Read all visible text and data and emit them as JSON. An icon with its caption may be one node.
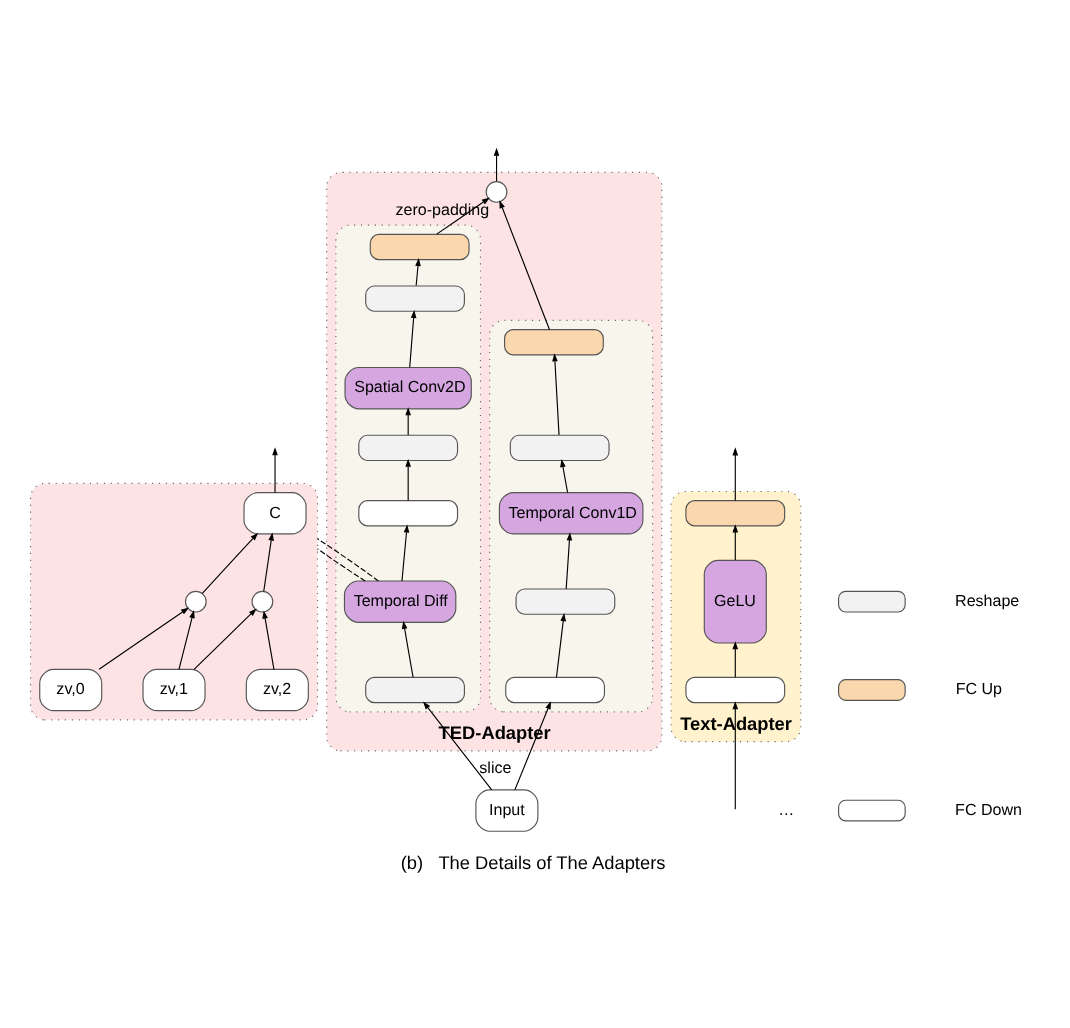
{
  "diagram": {
    "caption": "(b)   The Details of The Adapters",
    "nodes": [
      {
        "text": [
          "TED-Adapter"
        ]
      },
      {
        "text": [],
        "shape": "box",
        "in": 0
      },
      {
        "text": [],
        "shape": "box",
        "in": 1
      },
      {
        "text": [],
        "shape": "box",
        "in": 1
      },
      {
        "text": [
          "Temporal Conv1D"
        ],
        "in": 1
      },
      {
        "text": [],
        "shape": "box",
        "in": 1
      },
      {
        "text": [],
        "shape": "box",
        "in": 1
      },
      {
        "text": [],
        "shape": "box",
        "in": 0
      },
      {
        "text": [],
        "shape": "box",
        "in": 7
      },
      {
        "text": [],
        "shape": "box",
        "in": 7
      },
      {
        "text": [
          "Spatial Conv2D"
        ],
        "in": 7
      },
      {
        "text": [],
        "shape": "box",
        "in": 7
      },
      {
        "text": [],
        "shape": "box",
        "in": 7
      },
      {
        "text": [
          "Temporal Diff"
        ],
        "in": 7
      },
      {
        "text": [],
        "shape": "box",
        "in": 7
      },
      {
        "text": [],
        "shape": "circle",
        "beside": [
          "zero-padding"
        ],
        "in": 0
      },
      {
        "text": [
          "Input"
        ]
      },
      {
        "text": [
          "Text-Adapter"
        ]
      },
      {
        "text": [],
        "shape": "box",
        "in": 17
      },
      {
        "text": [
          "GeLU"
        ],
        "in": 17
      },
      {
        "text": [],
        "shape": "box",
        "in": 17
      },
      {
        "text": [],
        "shape": "box"
      },
      {
        "text": [
          "C"
        ],
        "in": 21
      },
      {
        "text": [],
        "shape": "circle",
        "in": 21
      },
      {
        "text": [],
        "shape": "circle",
        "in": 21
      },
      {
        "text": [
          "zv,0"
        ],
        "in": 21
      },
      {
        "text": [
          "zv,1"
        ],
        "in": 21
      },
      {
        "text": [
          "zv,2"
        ],
        "in": 21
      }
    ],
    "edges": [
      {
        "from": 6,
        "to": 5,
        "arrow": "to"
      },
      {
        "from": 5,
        "to": 4,
        "arrow": "to"
      },
      {
        "from": 4,
        "to": 3,
        "arrow": "to"
      },
      {
        "from": 3,
        "to": 2,
        "arrow": "to"
      },
      {
        "from": 14,
        "to": 13,
        "arrow": "to"
      },
      {
        "from": 13,
        "to": 12,
        "arrow": "to"
      },
      {
        "from": 12,
        "to": 11,
        "arrow": "to"
      },
      {
        "from": 11,
        "to": 10,
        "arrow": "to"
      },
      {
        "from": 10,
        "to": 9,
        "arrow": "to"
      },
      {
        "from": 9,
        "to": 8,
        "arrow": "to"
      },
      {
        "from": 16,
        "to": 6,
        "arrow": "to"
      },
      {
        "from": 16,
        "to": 14,
        "arrow": "to",
        "label": "slice"
      },
      {
        "from": 2,
        "to": 15,
        "arrow": "to"
      },
      {
        "from": 8,
        "to": 15,
        "arrow": "to"
      },
      {
        "from": 15,
        "to": null,
        "arrow": "to"
      },
      {
        "from": null,
        "to": 20,
        "arrow": "to"
      },
      {
        "from": 20,
        "to": 19,
        "arrow": "to"
      },
      {
        "from": 19,
        "to": 18,
        "arrow": "to"
      },
      {
        "from": 18,
        "to": null,
        "arrow": "to"
      },
      {
        "from": 25,
        "to": 23,
        "arrow": "to"
      },
      {
        "from": 26,
        "to": 23,
        "arrow": "to"
      },
      {
        "from": 26,
        "to": 24,
        "arrow": "to"
      },
      {
        "from": 27,
        "to": 24,
        "arrow": "to"
      },
      {
        "from": 23,
        "to": 22,
        "arrow": "to"
      },
      {
        "from": 24,
        "to": 22,
        "arrow": "to"
      },
      {
        "from": 22,
        "to": null,
        "arrow": "to"
      },
      {
        "from": 13,
        "to": 21,
        "arrow": "none",
        "style": "dashed"
      },
      {
        "from": 13,
        "to": 21,
        "arrow": "none",
        "style": "dashed"
      }
    ],
    "labels": [
      "…"
    ],
    "legend": [
      {
        "text": "Reshape",
        "color": "#f2f2f2"
      },
      {
        "text": "FC Up",
        "color": "#fad7ac"
      },
      {
        "text": "FC Down",
        "color": "#ffffff"
      }
    ]
  }
}
